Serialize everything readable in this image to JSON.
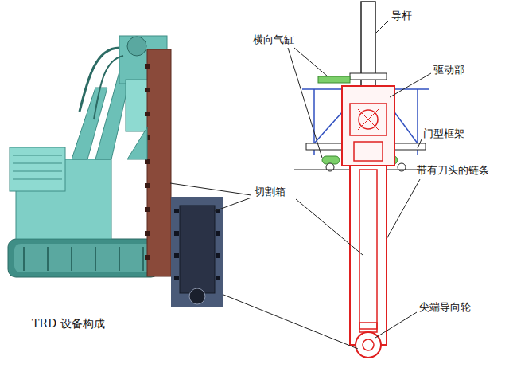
{
  "diagram": {
    "caption": "TRD 设备构成",
    "labels": [
      "导杆",
      "横向气缸",
      "驱动部",
      "门型框架",
      "切割箱",
      "带有刀头的链条",
      "尖端导向轮"
    ]
  }
}
